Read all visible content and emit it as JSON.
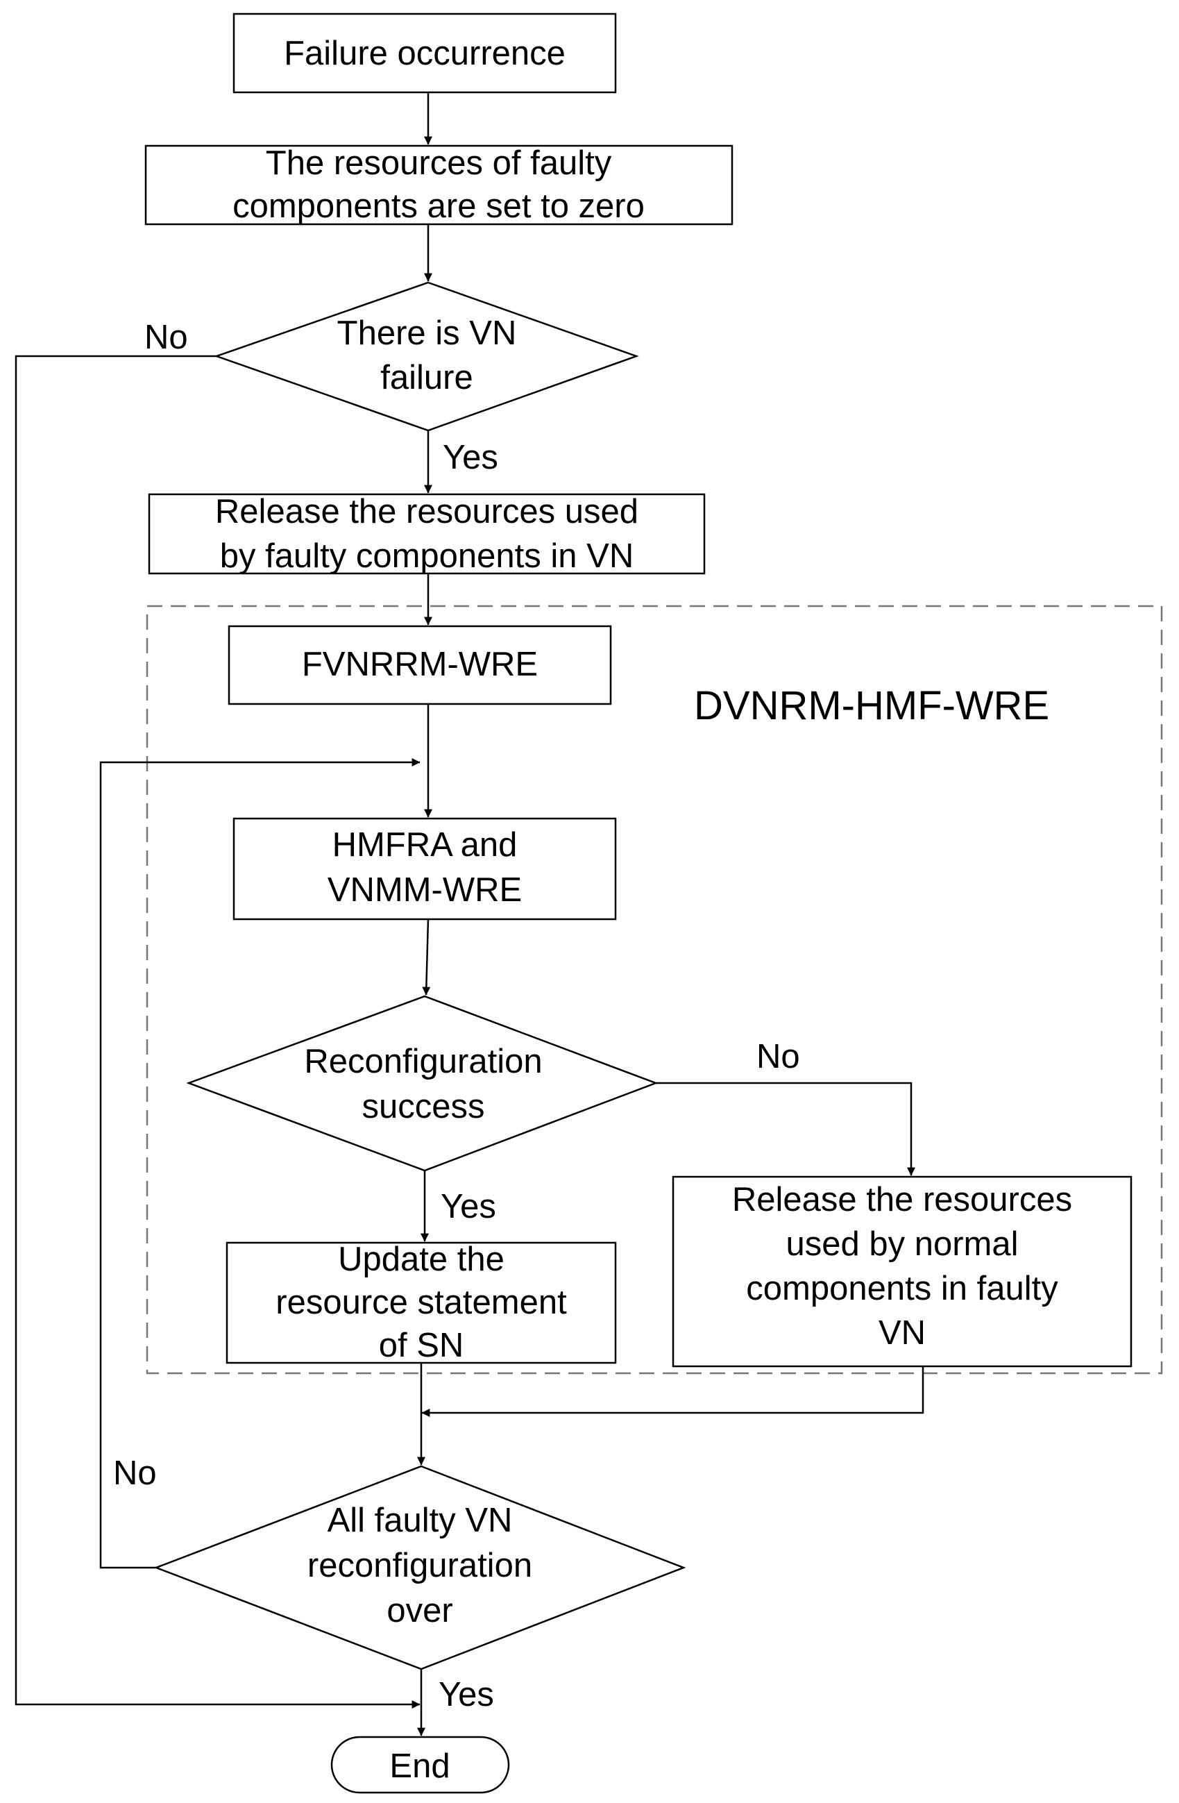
{
  "nodes": {
    "failure": {
      "text": "Failure occurrence"
    },
    "set_zero": {
      "line1": "The resources of  faulty",
      "line2": "components are set to zero"
    },
    "vn_failure": {
      "line1": "There is VN",
      "line2": "failure"
    },
    "release_faulty": {
      "line1": "Release the resources used",
      "line2": "by faulty components in VN"
    },
    "fvnrrm": {
      "text": "FVNRRM-WRE"
    },
    "hmfra": {
      "line1": "HMFRA and",
      "line2": "VNMM-WRE"
    },
    "reconfig": {
      "line1": "Reconfiguration",
      "line2": "success"
    },
    "update": {
      "line1": "Update the",
      "line2": "resource statement",
      "line3": "of SN"
    },
    "release_normal": {
      "line1": "Release the resources",
      "line2": "used by normal",
      "line3": "components in faulty",
      "line4": "VN"
    },
    "all_over": {
      "line1": "All faulty VN",
      "line2": "reconfiguration",
      "line3": "over"
    },
    "end": {
      "text": "End"
    }
  },
  "group": {
    "label": "DVNRM-HMF-WRE"
  },
  "edge_labels": {
    "no_vn_failure": "No",
    "yes_vn_failure": "Yes",
    "no_reconfig": "No",
    "yes_reconfig": "Yes",
    "no_all_over": "No",
    "yes_all_over": "Yes"
  }
}
